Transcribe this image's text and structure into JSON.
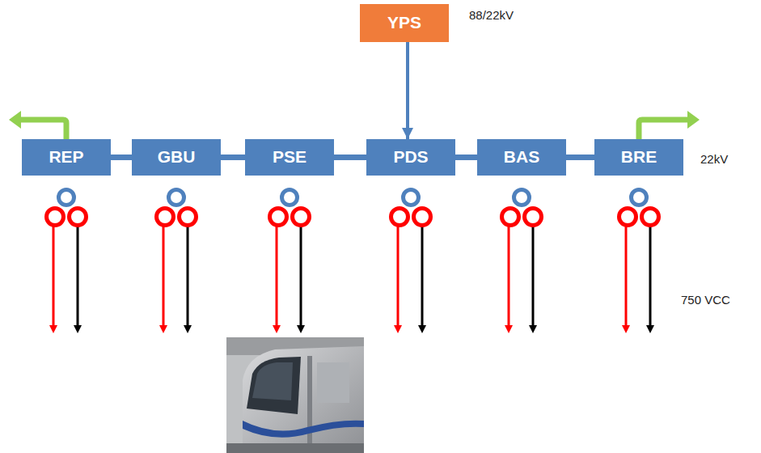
{
  "diagram": {
    "nodes": [
      {
        "text": [
          "YPS"
        ]
      },
      {
        "text": [
          "REP"
        ]
      },
      {
        "text": [
          "GBU"
        ]
      },
      {
        "text": [
          "PSE"
        ]
      },
      {
        "text": [
          "PDS"
        ]
      },
      {
        "text": [
          "BAS"
        ]
      },
      {
        "text": [
          "BRE"
        ]
      }
    ],
    "edges": [
      {
        "from": 0,
        "to": 4,
        "arrow": "to"
      },
      {
        "from": 1,
        "to": 2,
        "arrow": "none"
      },
      {
        "from": 2,
        "to": 3,
        "arrow": "none"
      },
      {
        "from": 3,
        "to": 4,
        "arrow": "none"
      },
      {
        "from": 4,
        "to": 5,
        "arrow": "none"
      },
      {
        "from": 5,
        "to": 6,
        "arrow": "none"
      }
    ],
    "labels": [
      "88/22kV",
      "22kV",
      "750 VCC"
    ]
  }
}
